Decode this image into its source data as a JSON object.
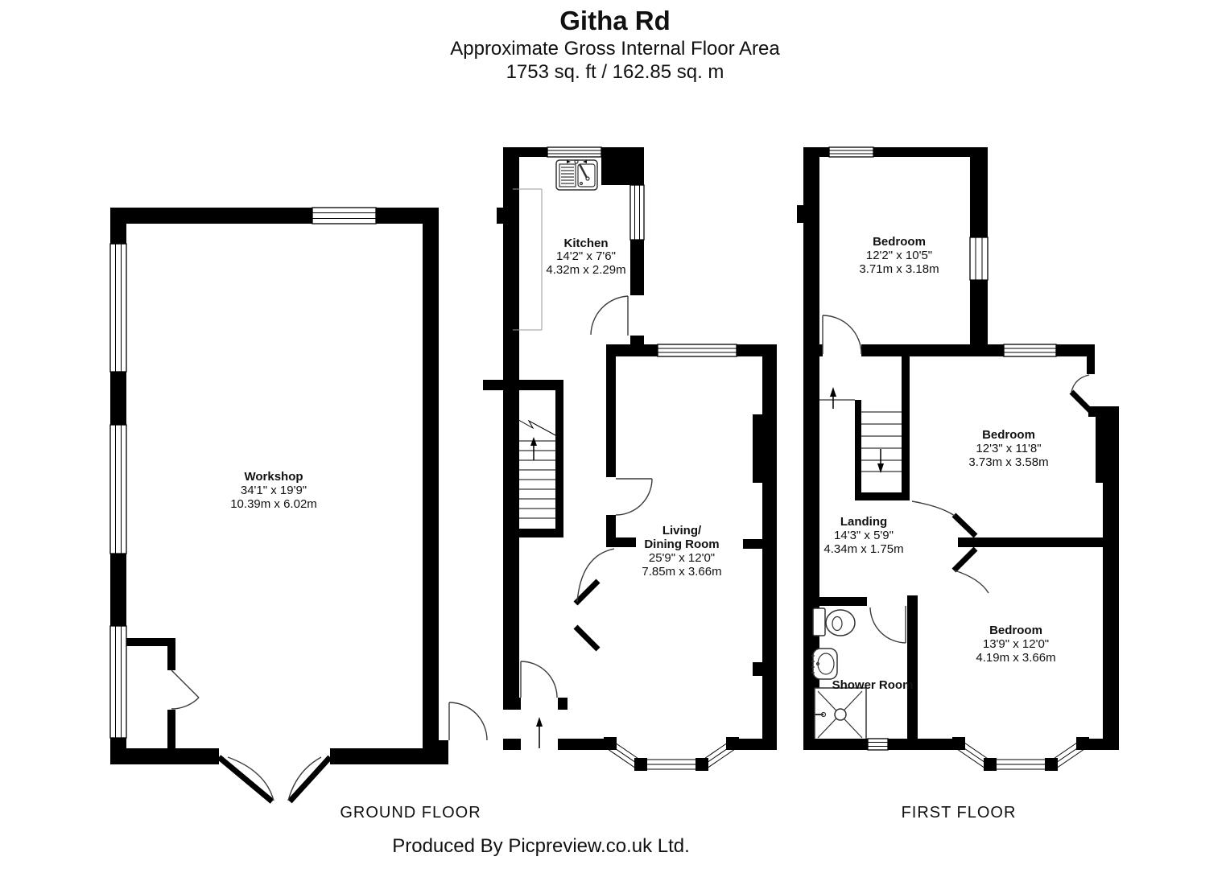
{
  "header": {
    "title": "Githa Rd",
    "subtitle": "Approximate Gross Internal Floor Area",
    "area": "1753 sq. ft / 162.85 sq. m"
  },
  "floors": {
    "ground_label": "GROUND FLOOR",
    "first_label": "FIRST FLOOR"
  },
  "footer": {
    "credit": "Produced By Picpreview.co.uk Ltd."
  },
  "rooms": {
    "workshop": {
      "name": "Workshop",
      "imperial": "34'1\" x 19'9\"",
      "metric": "10.39m x 6.02m"
    },
    "kitchen": {
      "name": "Kitchen",
      "imperial": "14'2\" x 7'6\"",
      "metric": "4.32m x 2.29m"
    },
    "living_dining": {
      "name_line1": "Living/",
      "name_line2": "Dining Room",
      "imperial": "25'9\" x 12'0\"",
      "metric": "7.85m x 3.66m"
    },
    "bedroom_top": {
      "name": "Bedroom",
      "imperial": "12'2\" x 10'5\"",
      "metric": "3.71m x 3.18m"
    },
    "bedroom_middle": {
      "name": "Bedroom",
      "imperial": "12'3\" x 11'8\"",
      "metric": "3.73m x 3.58m"
    },
    "bedroom_bottom": {
      "name": "Bedroom",
      "imperial": "13'9\" x 12'0\"",
      "metric": "4.19m x 3.66m"
    },
    "landing": {
      "name": "Landing",
      "imperial": "14'3\" x 5'9\"",
      "metric": "4.34m x 1.75m"
    },
    "shower": {
      "name": "Shower Room"
    }
  },
  "colors": {
    "wall": "#000000",
    "background": "#ffffff",
    "door_arc": "#3c3c3c",
    "text": "#111111"
  }
}
